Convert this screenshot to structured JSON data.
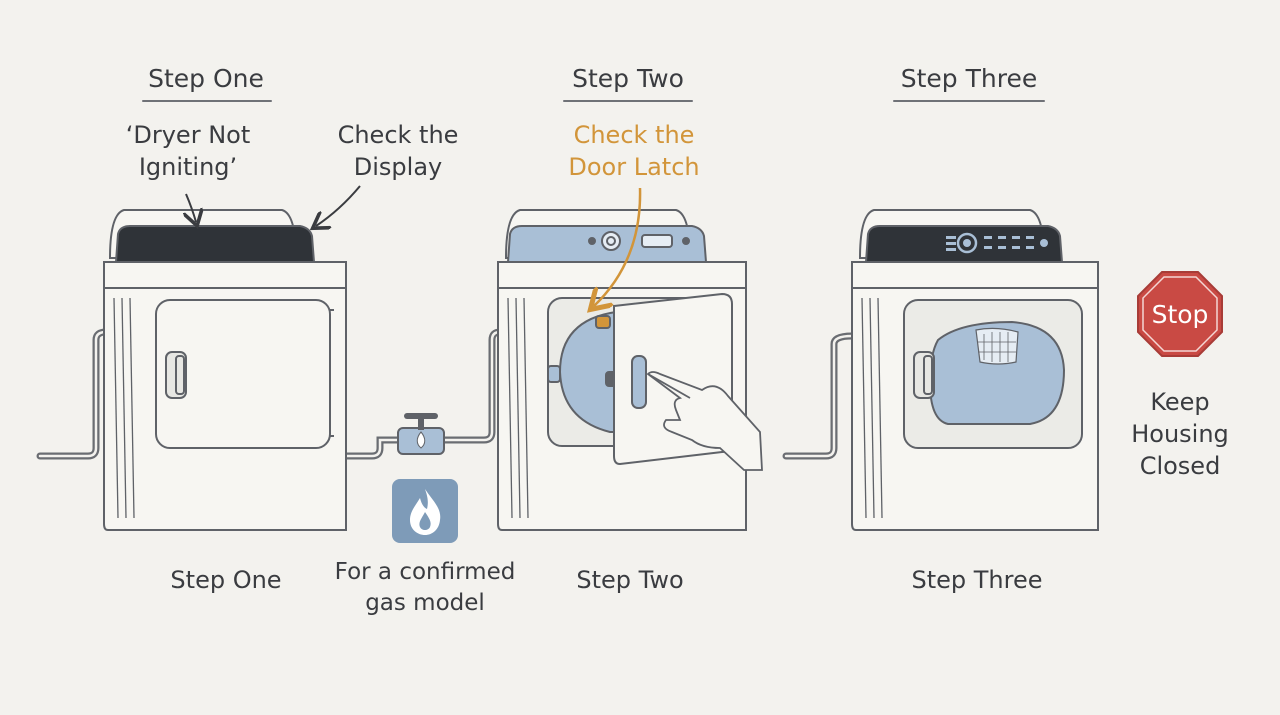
{
  "headers": [
    "Step One",
    "Step Two",
    "Step Three"
  ],
  "captions": [
    "Step One",
    "Step Two",
    "Step Three"
  ],
  "callouts": {
    "dryer_not_igniting": "‘Dryer Not\nIgniting’",
    "check_display": "Check the\nDisplay",
    "check_latch": "Check the\nDoor Latch",
    "gas_model": "For a confirmed\ngas model",
    "keep_closed": "Keep\nHousing\nClosed",
    "stop": "Stop"
  },
  "colors": {
    "background": "#f3f2ee",
    "line": "#5f6268",
    "accent_blue": "#a9bfd6",
    "panel_dark": "#2f3338",
    "highlight_orange": "#d2953a",
    "stop_red": "#c94a44",
    "gas_icon_bg": "#7e9bb8"
  },
  "icons": [
    "flame-icon",
    "stop-sign-icon",
    "gas-valve-icon",
    "hand-icon"
  ]
}
